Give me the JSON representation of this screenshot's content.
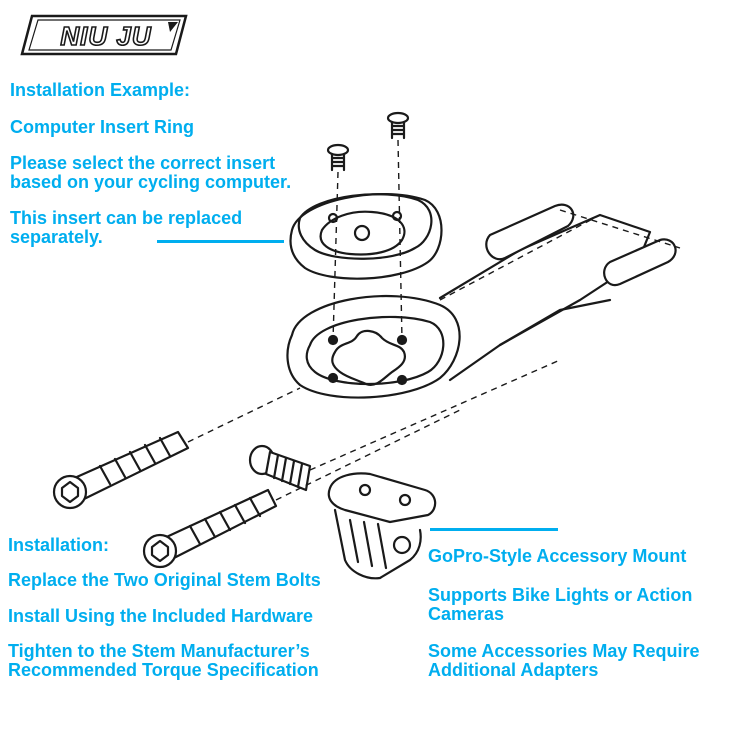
{
  "brand": {
    "logo_text": "NIU JU"
  },
  "colors": {
    "accent": "#00aeef",
    "ink": "#1a1a1a"
  },
  "texts": {
    "installation_example": "Installation Example:",
    "computer_insert_ring": "Computer Insert Ring",
    "select_insert_line1": "Please select the correct insert",
    "select_insert_line2": "based on your cycling computer.",
    "replaced_line1": "This insert can be replaced",
    "replaced_line2": "separately.",
    "installation": "Installation:",
    "replace_bolts": "Replace the Two Original Stem Bolts",
    "install_hardware": "Install Using the Included Hardware",
    "tighten_line1": "Tighten to the Stem Manufacturer’s",
    "tighten_line2": "Recommended Torque Specification",
    "gopro_mount": "GoPro-Style Accessory Mount",
    "supports_line1": "Supports Bike Lights or Action",
    "supports_line2": "Cameras",
    "adapters_line1": "Some Accessories May Require",
    "adapters_line2": "Additional Adapters"
  }
}
